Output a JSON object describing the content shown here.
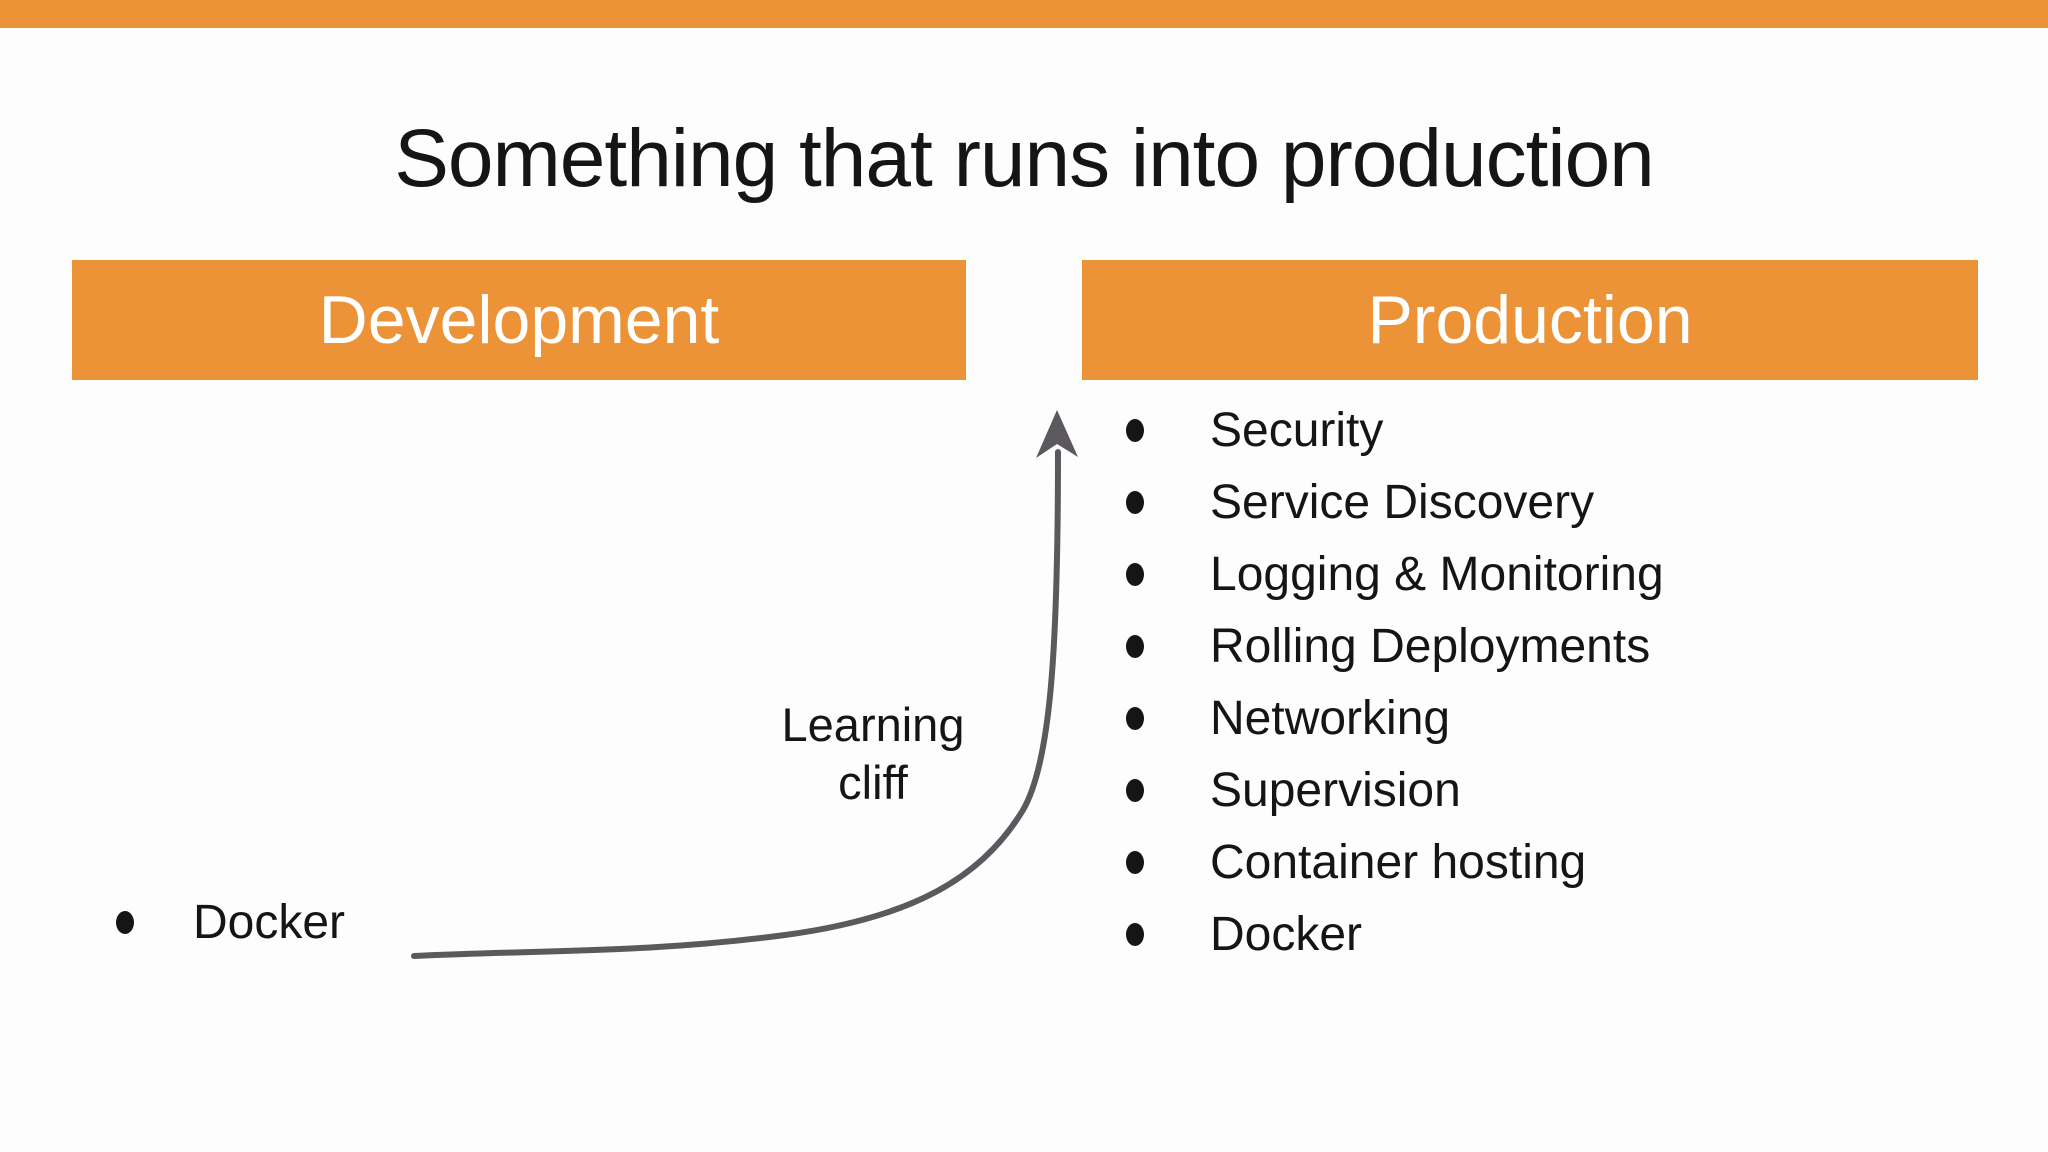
{
  "title": "Something that runs into production",
  "columns": [
    {
      "header": "Development",
      "items": [
        "Docker"
      ]
    },
    {
      "header": "Production",
      "items": [
        "Security",
        "Service Discovery",
        "Logging & Monitoring",
        "Rolling Deployments",
        "Networking",
        "Supervision",
        "Container hosting",
        "Docker"
      ]
    }
  ],
  "annotation": {
    "line1": "Learning",
    "line2": "cliff"
  },
  "colors": {
    "accent_orange": "#EC9338",
    "header_text": "#FFFFFF",
    "body_text": "#151515",
    "arrow_gray": "#5B595E",
    "background": "#FDFDFD"
  }
}
